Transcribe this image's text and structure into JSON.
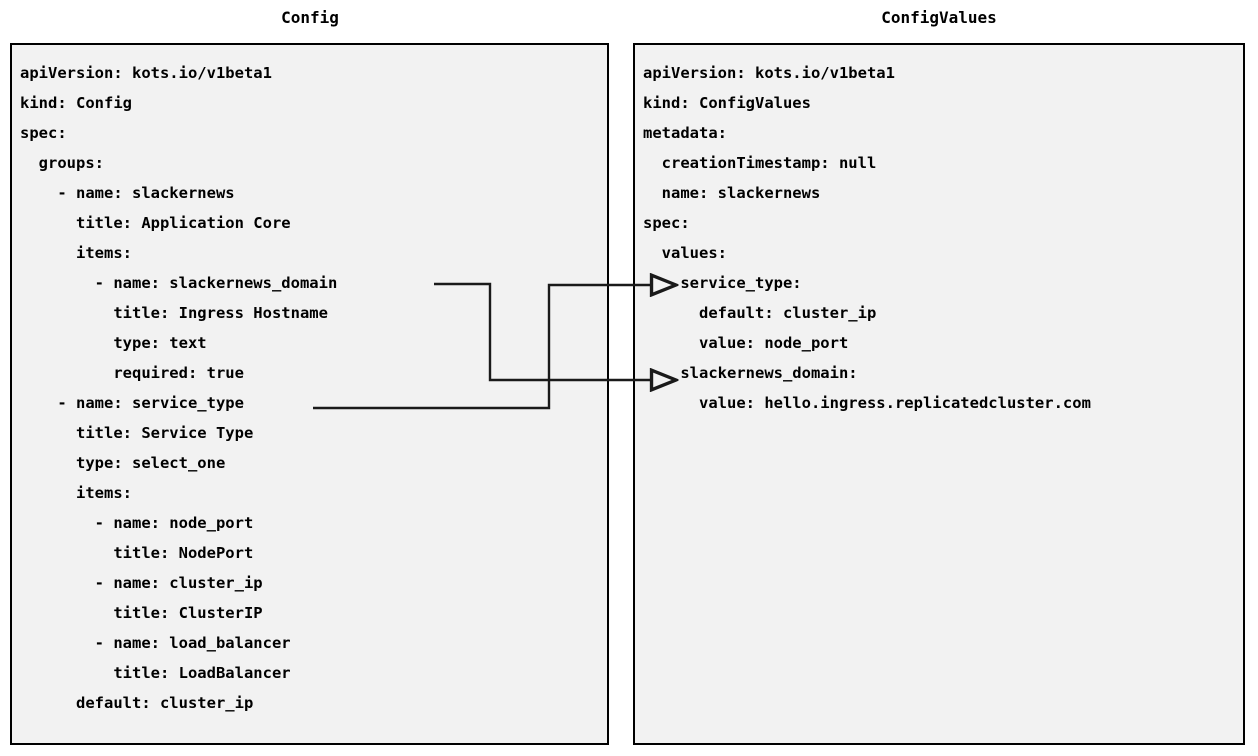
{
  "panels": {
    "left": {
      "title": "Config",
      "lines": [
        "apiVersion: kots.io/v1beta1",
        "kind: Config",
        "spec:",
        "  groups:",
        "    - name: slackernews",
        "      title: Application Core",
        "      items:",
        "        - name: slackernews_domain",
        "          title: Ingress Hostname",
        "          type: text",
        "          required: true",
        "    - name: service_type",
        "      title: Service Type",
        "      type: select_one",
        "      items:",
        "        - name: node_port",
        "          title: NodePort",
        "        - name: cluster_ip",
        "          title: ClusterIP",
        "        - name: load_balancer",
        "          title: LoadBalancer",
        "      default: cluster_ip"
      ]
    },
    "right": {
      "title": "ConfigValues",
      "lines": [
        "apiVersion: kots.io/v1beta1",
        "kind: ConfigValues",
        "metadata:",
        "  creationTimestamp: null",
        "  name: slackernews",
        "spec:",
        "  values:",
        "    service_type:",
        "      default: cluster_ip",
        "      value: node_port",
        "    slackernews_domain:",
        "      value: hello.ingress.replicatedcluster.com"
      ]
    }
  },
  "connectors": [
    {
      "id": "slackernews-domain-link",
      "from_label": "slackernews_domain",
      "from_panel": "Config",
      "to_label": "slackernews_domain:",
      "to_panel": "ConfigValues",
      "arrowhead": "open-triangle"
    },
    {
      "id": "service-type-link",
      "from_label": "service_type",
      "from_panel": "Config",
      "to_label": "service_type:",
      "to_panel": "ConfigValues",
      "arrowhead": "open-triangle"
    }
  ],
  "colors": {
    "page_background": "#ffffff",
    "panel_background": "#f2f2f2",
    "panel_border": "#000000",
    "text": "#000000",
    "connector_line": "#1a1a1a"
  }
}
